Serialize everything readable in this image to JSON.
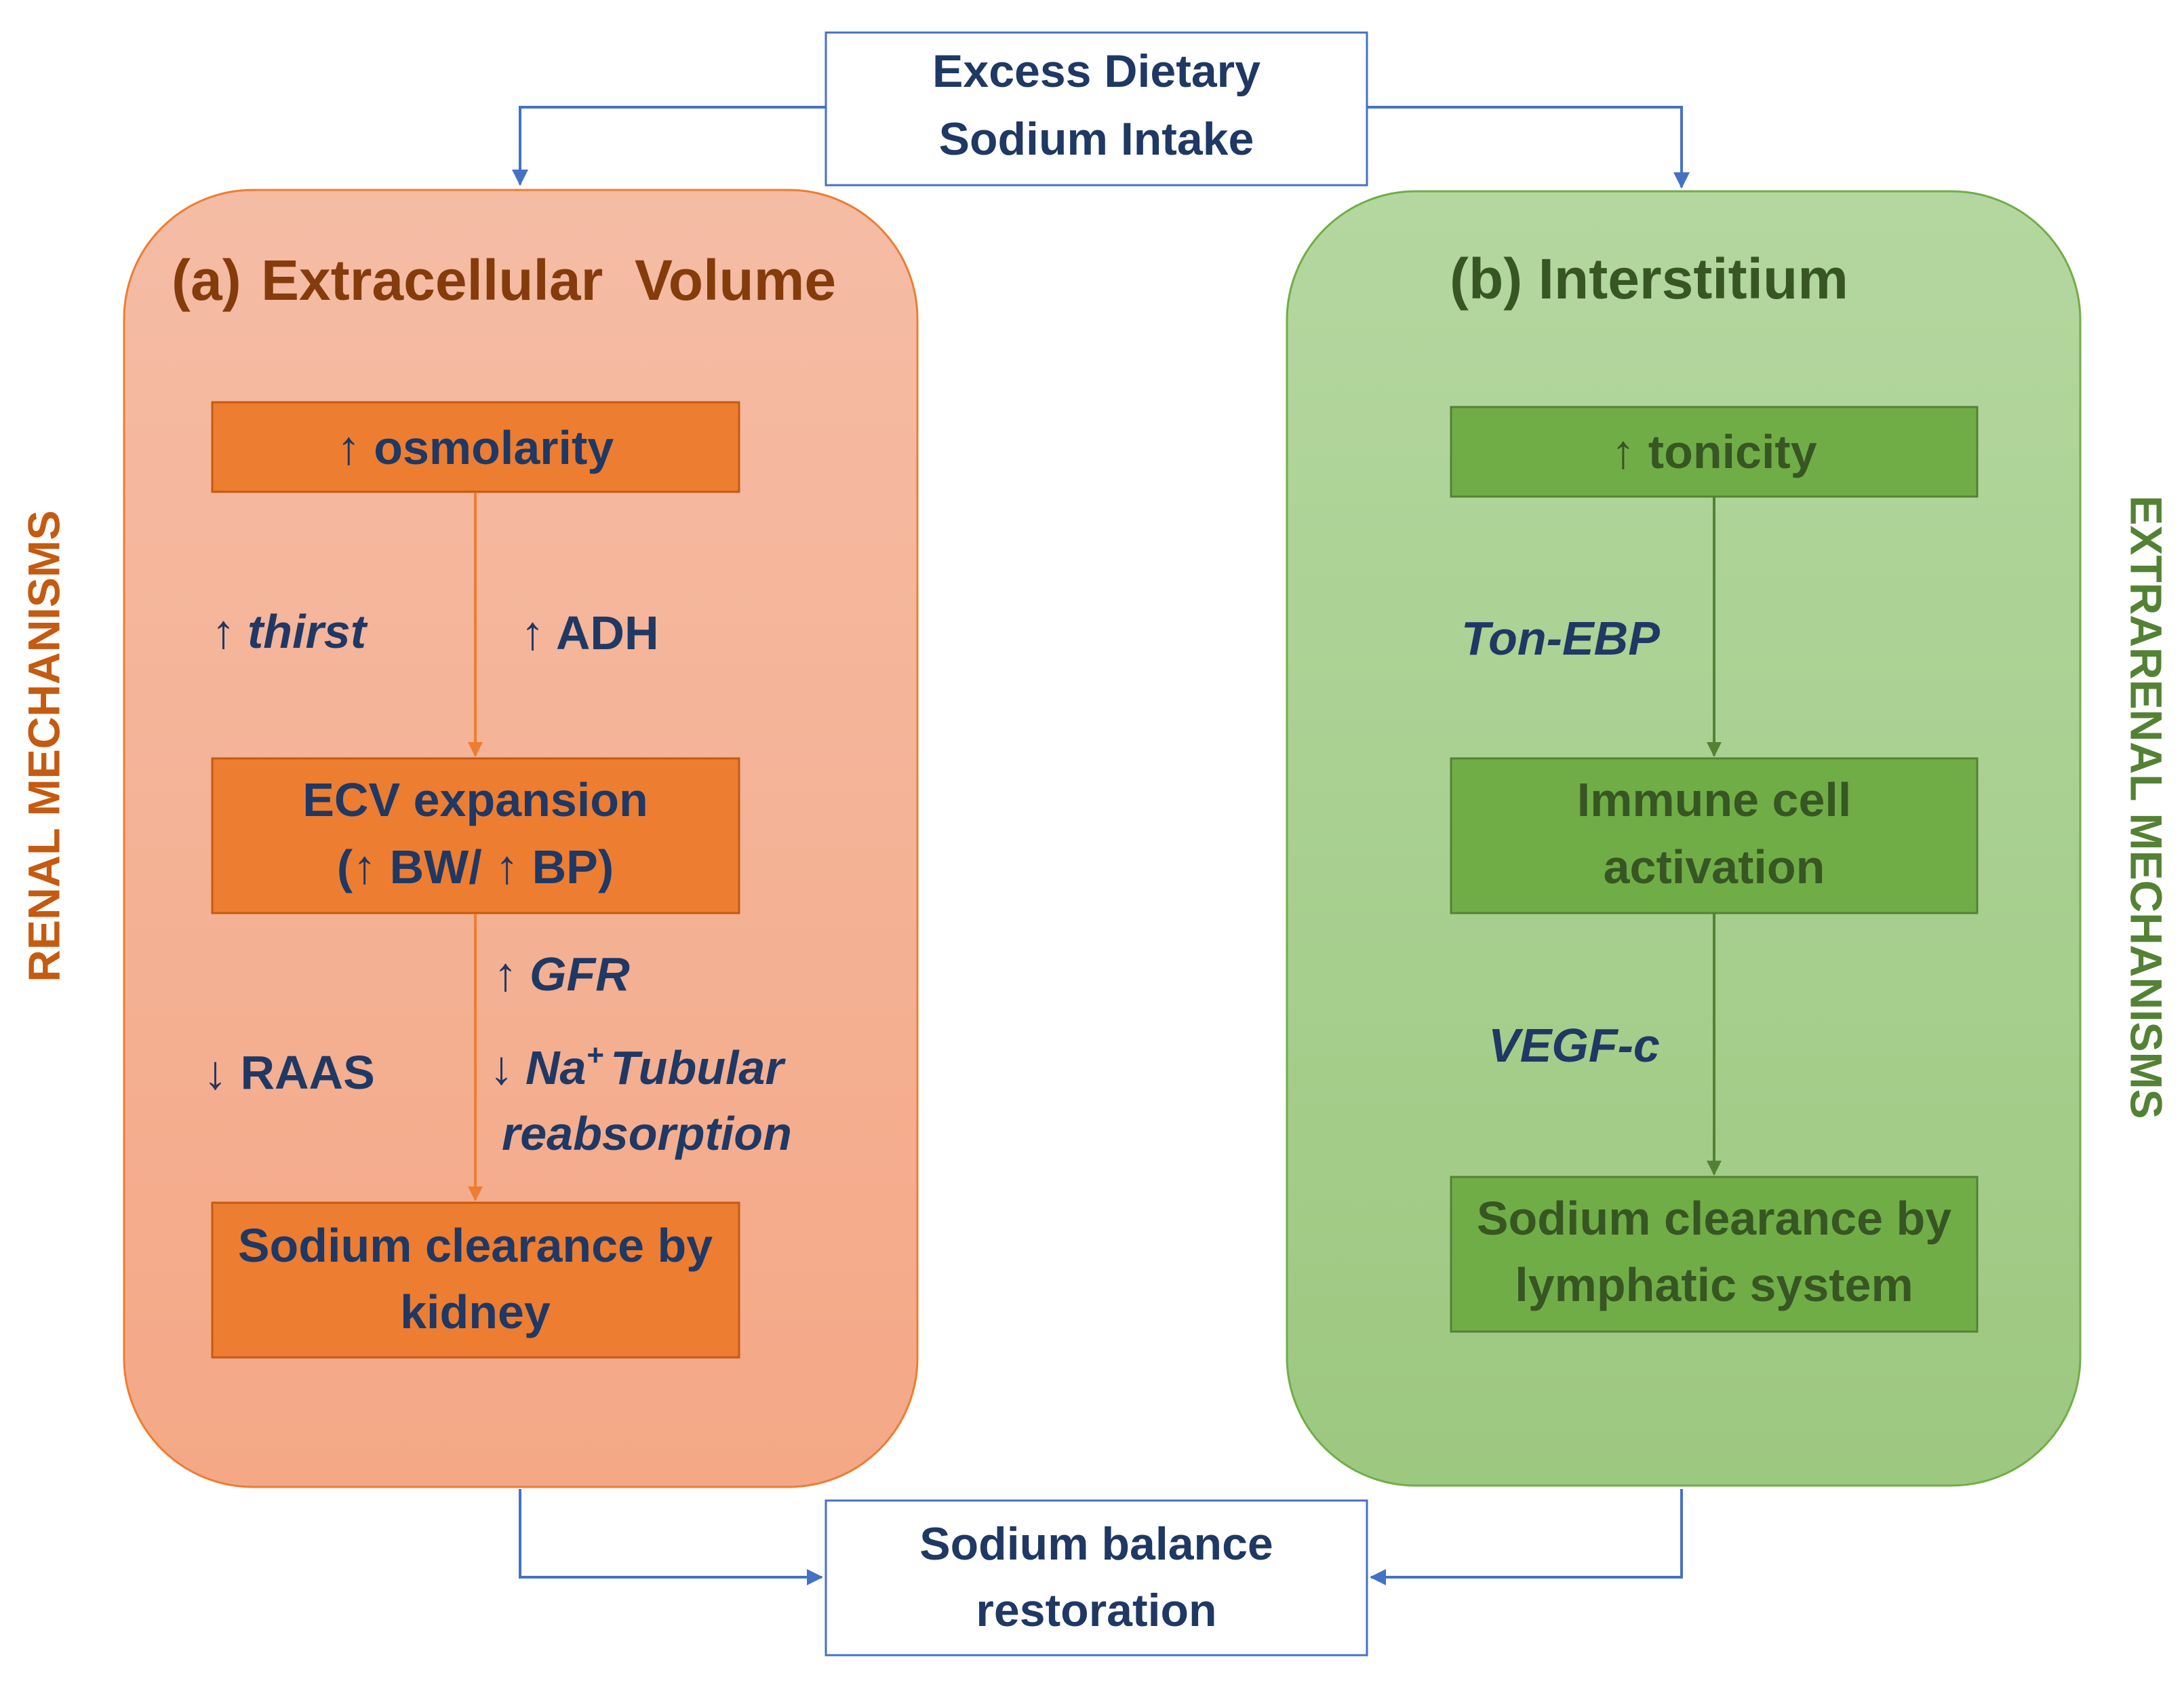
{
  "top_box": {
    "line1": "Excess Dietary",
    "line2": "Sodium Intake"
  },
  "bottom_box": {
    "line1": "Sodium balance",
    "line2": "restoration"
  },
  "panel_a": {
    "title_prefix": "(a)",
    "title": "Extracellular  Volume",
    "side_label": "RENAL MECHANISMS",
    "box1": "↑ osmolarity",
    "box2_line1": "ECV expansion",
    "box2_line2": "(↑ BW/ ↑ BP)",
    "box3_line1": "Sodium clearance by",
    "box3_line2": "kidney",
    "thirst_arrow": "↑",
    "thirst": "thirst",
    "adh": "↑ ADH",
    "gfr_arrow": "↑",
    "gfr": "GFR",
    "raas": "↓ RAAS",
    "na_arrow": "↓",
    "na": "Na",
    "na_sup": "+",
    "tubular": "Tubular",
    "reabsorption": "reabsorption"
  },
  "panel_b": {
    "title": "(b) Interstitium",
    "side_label": "EXTRARENAL MECHANISMS",
    "box1": "↑ tonicity",
    "box2_line1": "Immune cell",
    "box2_line2": "activation",
    "box3_line1": "Sodium clearance by",
    "box3_line2": "lymphatic system",
    "ton_ebp": "Ton-EBP",
    "vegf": "VEGF-c"
  },
  "colors": {
    "orange_panel": "#f4b199",
    "orange_box": "#ed7d31",
    "orange_text": "#c55a11",
    "brown_title": "#843c0c",
    "green_panel": "#a9d18e",
    "green_box": "#70ad47",
    "green_title": "#375623",
    "green_side": "#548235",
    "navy_text": "#1f3864",
    "blue_connector": "#4472c4"
  }
}
